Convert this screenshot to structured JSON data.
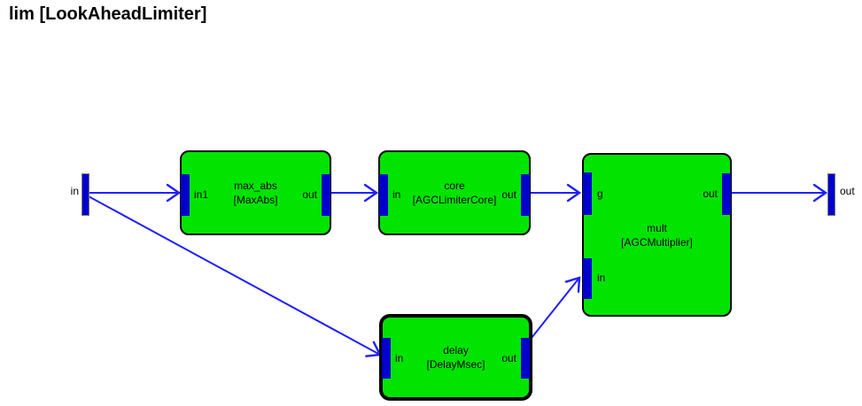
{
  "title": "lim [LookAheadLimiter]",
  "colors": {
    "background": "#FFFFFF",
    "text": "#000000",
    "block_fill": "#00E400",
    "block_border": "#000000",
    "port_blue": "#0000CC",
    "terminal_blue": "#0000CC",
    "wire_blue": "#1F1FFF"
  },
  "terminals": {
    "input": {
      "label": "in"
    },
    "output": {
      "label": "out"
    }
  },
  "blocks": {
    "max_abs": {
      "name": "max_abs",
      "type": "[MaxAbs]",
      "ports": {
        "in": "in1",
        "out": "out"
      }
    },
    "core": {
      "name": "core",
      "type": "[AGCLimiterCore]",
      "ports": {
        "in": "in",
        "out": "out"
      }
    },
    "mult": {
      "name": "mult",
      "type": "[AGCMultiplier]",
      "ports": {
        "g": "g",
        "in": "in",
        "out": "out"
      }
    },
    "delay": {
      "name": "delay",
      "type": "[DelayMsec]",
      "ports": {
        "in": "in",
        "out": "out"
      }
    }
  }
}
